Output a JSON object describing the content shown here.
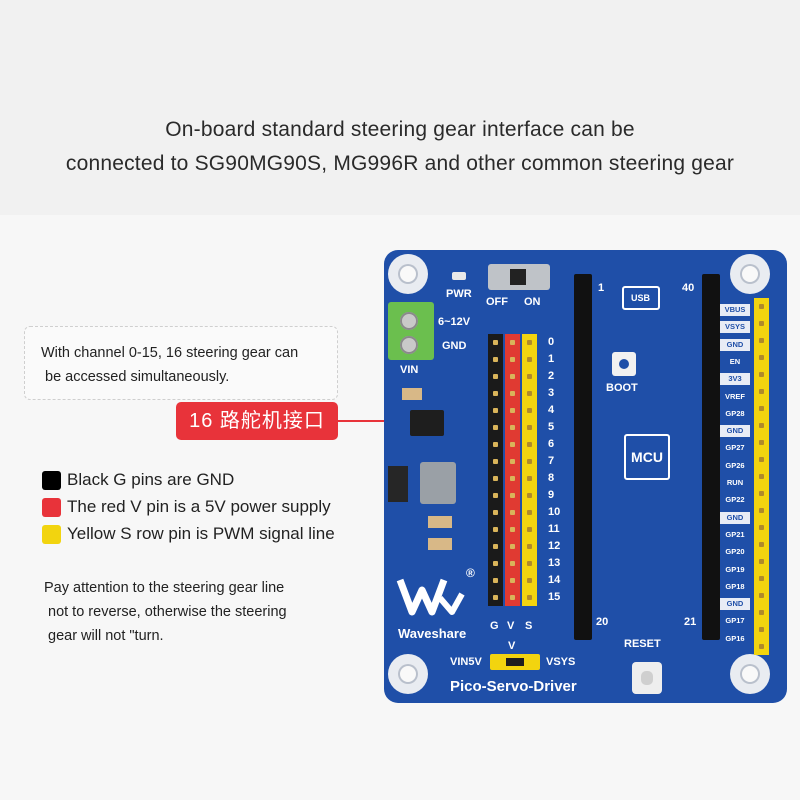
{
  "heading": {
    "line1": "On-board standard steering gear interface can be",
    "line2": "connected to SG90MG90S, MG996R and other common steering gear"
  },
  "note": {
    "line1": "With channel 0-15, 16 steering gear can",
    "line2": "be accessed simultaneously."
  },
  "callout": {
    "label": "16 路舵机接口"
  },
  "legend": [
    {
      "label": "Black G pins are GND",
      "color": "#000000"
    },
    {
      "label": "The red V pin is a 5V power supply",
      "color": "#e8333a"
    },
    {
      "label": "Yellow S row pin is PWM signal line",
      "color": "#f2d40f"
    }
  ],
  "tip": {
    "line1": "Pay attention to the steering gear line",
    "line2": "not to reverse, otherwise the steering",
    "line3": "gear will not \"turn."
  },
  "board": {
    "name": "Pico-Servo-Driver",
    "brand": "Waveshare",
    "pwr": "PWR",
    "off": "OFF",
    "on": "ON",
    "voltage": "6~12V",
    "gnd": "GND",
    "vin": "VIN",
    "usb": "USB",
    "boot": "BOOT",
    "mcu": "MCU",
    "reset": "RESET",
    "vin5v": "VIN5V",
    "vsys": "VSYS",
    "v": "V",
    "col_g": "G",
    "col_v": "V",
    "col_s": "S",
    "pin1": "1",
    "pin20": "20",
    "pin21": "21",
    "pin40": "40",
    "registered": "®",
    "channels": [
      "0",
      "1",
      "2",
      "3",
      "4",
      "5",
      "6",
      "7",
      "8",
      "9",
      "10",
      "11",
      "12",
      "13",
      "14",
      "15"
    ],
    "right_pins": [
      "VBUS",
      "VSYS",
      "GND",
      "EN",
      "3V3",
      "VREF",
      "GP28",
      "GND",
      "GP27",
      "GP26",
      "RUN",
      "GP22",
      "GND",
      "GP21",
      "GP20",
      "GP19",
      "GP18",
      "GND",
      "GP17",
      "GP16"
    ]
  }
}
